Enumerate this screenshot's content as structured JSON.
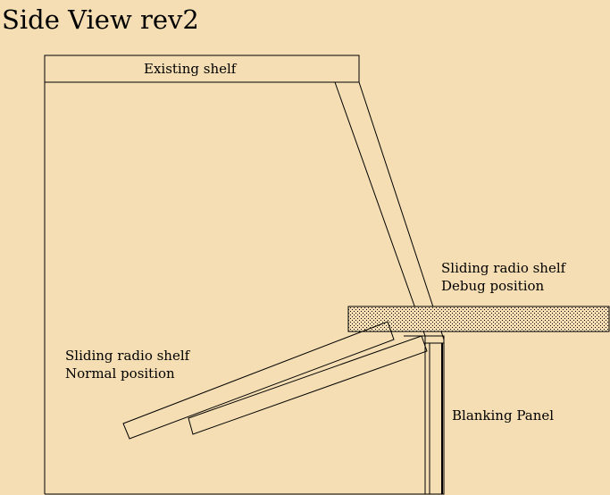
{
  "title": "Side View rev2",
  "labels": {
    "existing_shelf": "Existing shelf",
    "debug_line1": "Sliding radio shelf",
    "debug_line2": "Debug position",
    "normal_line1": "Sliding radio shelf",
    "normal_line2": "Normal position",
    "blanking_panel": "Blanking Panel"
  },
  "colors": {
    "background": "#f5deb3",
    "ink": "#000000"
  }
}
